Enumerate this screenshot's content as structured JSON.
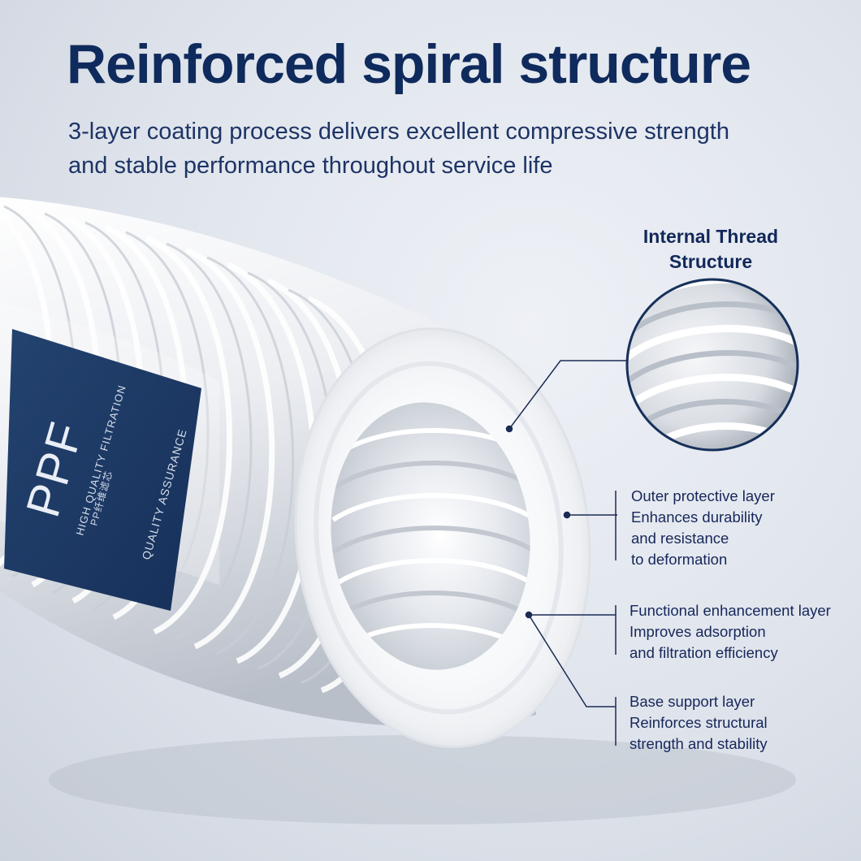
{
  "headline": {
    "title": "Reinforced spiral structure",
    "subtitle_line1": "3-layer coating process delivers excellent compressive strength",
    "subtitle_line2": "and stable performance throughout service life"
  },
  "label_sticker": {
    "brand": "PPF",
    "line1": "HIGH QUALITY FILTRATION",
    "line2": "PP纤维滤芯",
    "line3": "QUALITY ASSURANCE"
  },
  "inset": {
    "title_line1": "Internal Thread",
    "title_line2": "Structure"
  },
  "callouts": {
    "outer": {
      "title": "Outer protective layer",
      "line1": "Enhances durability",
      "line2": "and resistance",
      "line3": "to deformation"
    },
    "functional": {
      "title": "Functional enhancement layer",
      "line1": "Improves adsorption",
      "line2": "and filtration efficiency"
    },
    "base": {
      "title": "Base support layer",
      "line1": "Reinforces structural",
      "line2": "strength and stability"
    }
  },
  "colors": {
    "navy_text": "#0f2a5c",
    "label_navy": "#1d3a66",
    "background": "#dfe4ec",
    "cartridge_white": "#f4f5f7"
  }
}
